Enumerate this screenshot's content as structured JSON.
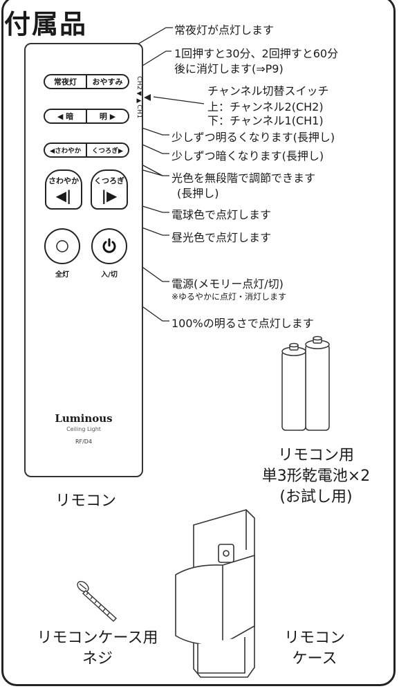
{
  "title": "付属品",
  "remote": {
    "btn_night": "常夜灯",
    "btn_off": "おやすみ",
    "btn_dark": "暗",
    "btn_bright": "明",
    "btn_dark_arrow": "◀",
    "btn_bright_arrow": "▶",
    "btn_sawayaka_small": "◀さわやか",
    "btn_kutsurogi_small": "くつろぎ▶",
    "btn_sawayaka": "さわやか",
    "btn_sawayaka_sym": "◀|",
    "btn_kutsurogi": "くつろぎ",
    "btn_kutsurogi_sym": "|▶",
    "label_all": "全灯",
    "label_power": "入/切",
    "channel_marks": "CH2◀▶CH1",
    "brand": "Luminous",
    "subbrand": "Ceiling Light",
    "model": "RF/D4",
    "caption": "リモコン"
  },
  "annotations": {
    "night": "常夜灯が点灯します",
    "sleep_1": "1回押すと30分、2回押すと60分",
    "sleep_2": "後に消灯します(⇒P9)",
    "channel_title": "チャンネル切替スイッチ",
    "channel_up": "上：チャンネル2(CH2)",
    "channel_down": "下：チャンネル1(CH1)",
    "brighter": "少しずつ明るくなります(長押し)",
    "darker": "少しずつ暗くなります(長押し)",
    "color_1": "光色を無段階で調節できます",
    "color_2": "(長押し)",
    "warm": "電球色で点灯します",
    "daylight": "昼光色で点灯します",
    "power_1": "電源(メモリー点灯/切)",
    "power_2": "※ゆるやかに点灯・消灯します",
    "full": "100%の明るさで点灯します"
  },
  "battery": {
    "line1": "リモコン用",
    "line2": "単3形乾電池×2",
    "line3": "(お試し用)"
  },
  "screw": {
    "line1": "リモコンケース用",
    "line2": "ネジ"
  },
  "case": {
    "line1": "リモコン",
    "line2": "ケース"
  }
}
